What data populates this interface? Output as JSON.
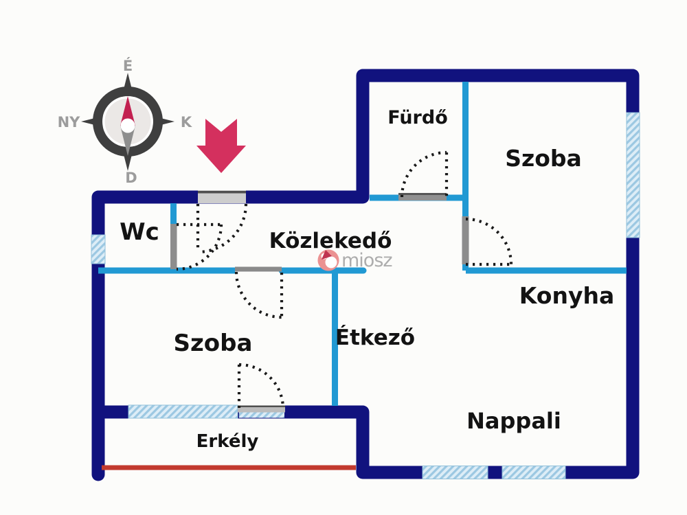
{
  "rooms": {
    "bathroom": "Fürdő",
    "room_upper": "Szoba",
    "wc": "Wc",
    "hallway": "Közlekedő",
    "kitchen": "Konyha",
    "dining_room": "Étkező",
    "room_lower": "Szoba",
    "living_room": "Nappali",
    "balcony": "Erkély"
  },
  "compass": {
    "north_label": "É",
    "east_label": "K",
    "south_label": "D",
    "west_label": "NY"
  },
  "watermark": {
    "brand": "miosz"
  },
  "colors": {
    "outer_wall": "#11127e",
    "inner_wall": "#2199d3",
    "window_stripe": "#9cc8e2",
    "balcony_edge": "#c23a2e",
    "entrance_arrow": "#d4305e",
    "compass_needle": "#c22050",
    "compass_ring": "#3f3f3f",
    "door_outline": "#1a1a1a",
    "threshold": "#909090",
    "watermark_pink": "#eb9292"
  }
}
